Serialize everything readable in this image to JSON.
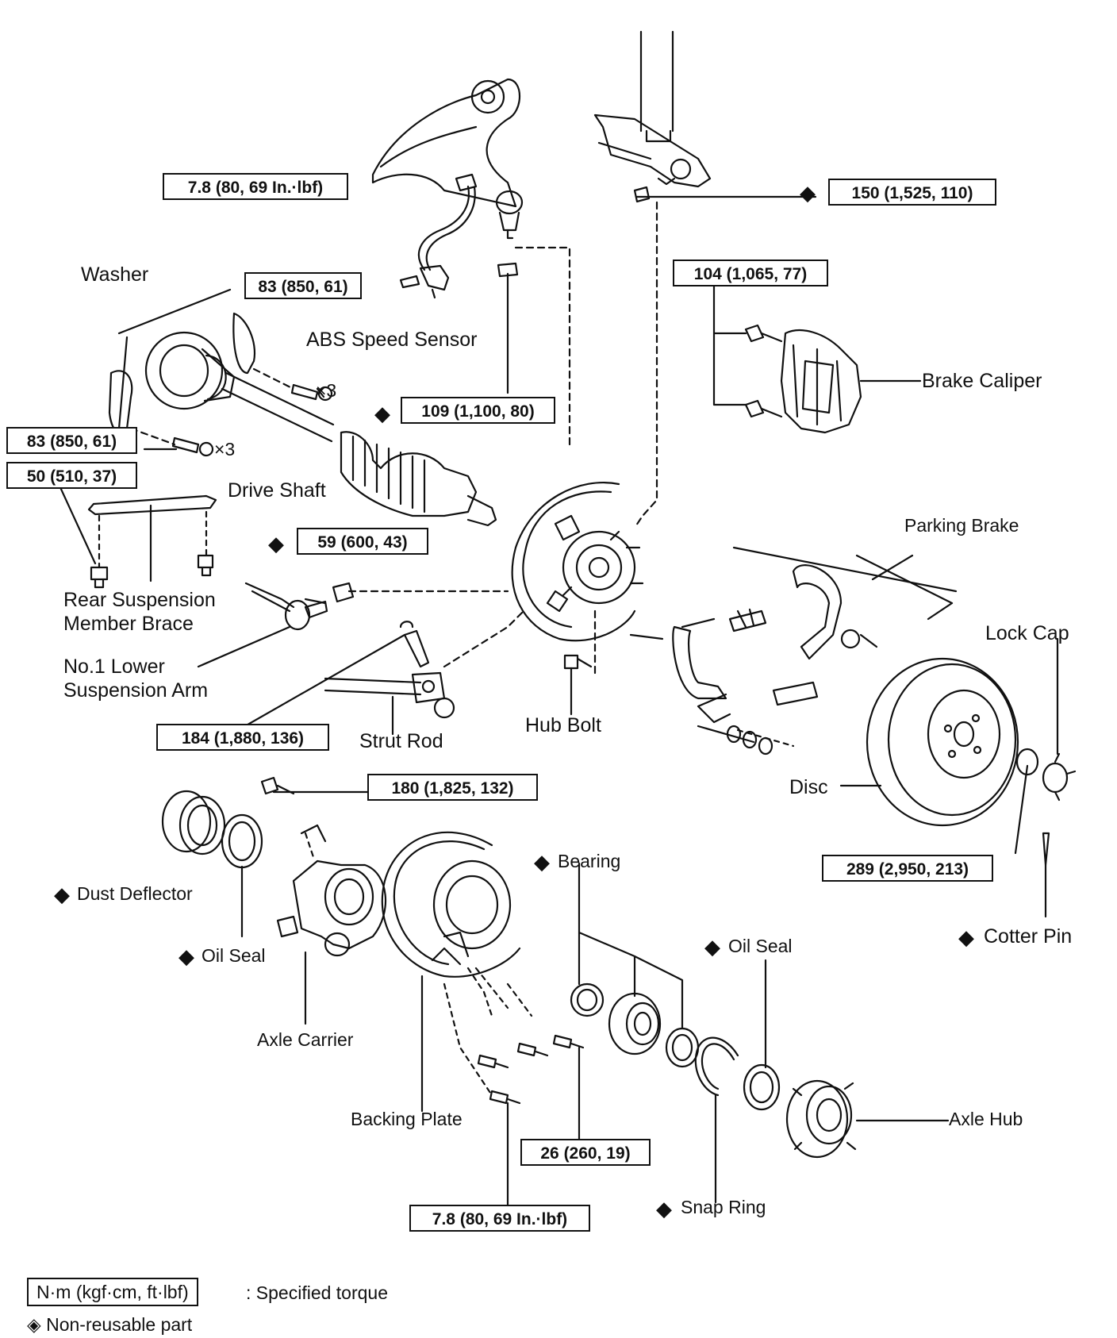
{
  "labels": {
    "washer": "Washer",
    "abs_speed_sensor": "ABS Speed Sensor",
    "brake_caliper": "Brake Caliper",
    "drive_shaft": "Drive Shaft",
    "rear_suspension_member_brace_1": "Rear Suspension",
    "rear_suspension_member_brace_2": "Member Brace",
    "no1_lower_suspension_arm_1": "No.1 Lower",
    "no1_lower_suspension_arm_2": "Suspension Arm",
    "strut_rod": "Strut Rod",
    "hub_bolt": "Hub Bolt",
    "parking_brake": "Parking Brake",
    "lock_cap": "Lock Cap",
    "disc": "Disc",
    "dust_deflector": "Dust Deflector",
    "oil_seal_left": "Oil Seal",
    "axle_carrier": "Axle Carrier",
    "bearing": "Bearing",
    "oil_seal_right": "Oil Seal",
    "cotter_pin": "Cotter Pin",
    "backing_plate": "Backing Plate",
    "axle_hub": "Axle Hub",
    "snap_ring": "Snap Ring",
    "times3_a": "×3",
    "times3_b": "×3"
  },
  "torques": {
    "abs_sensor_bolt": "7.8 (80, 69 In.·lbf)",
    "shock_lower_nut": "150 (1,525, 110)",
    "washer_bolt_upper": "83 (850, 61)",
    "ball_joint_nut": "109 (1,100, 80)",
    "caliper_bolt": "104 (1,065, 77)",
    "washer_bolt_lower": "83 (850, 61)",
    "brace_bolt": "50 (510, 37)",
    "lower_arm_nut": "59 (600, 43)",
    "strut_rod_nut": "184 (1,880, 136)",
    "carrier_bolt": "180 (1,825, 132)",
    "axle_nut": "289 (2,950, 213)",
    "backing_plate_bolt": "26 (260, 19)",
    "dust_cover_bolt": "7.8 (80, 69 In.·lbf)"
  },
  "legend": {
    "unit_box": "N·m (kgf·cm, ft·lbf)",
    "unit_desc": ":  Specified torque",
    "nonreusable": "Non-reusable part",
    "nonreusable_symbol": "◈",
    "diamond_symbol": "◆"
  },
  "colors": {
    "ink": "#111111",
    "paper": "#ffffff"
  }
}
